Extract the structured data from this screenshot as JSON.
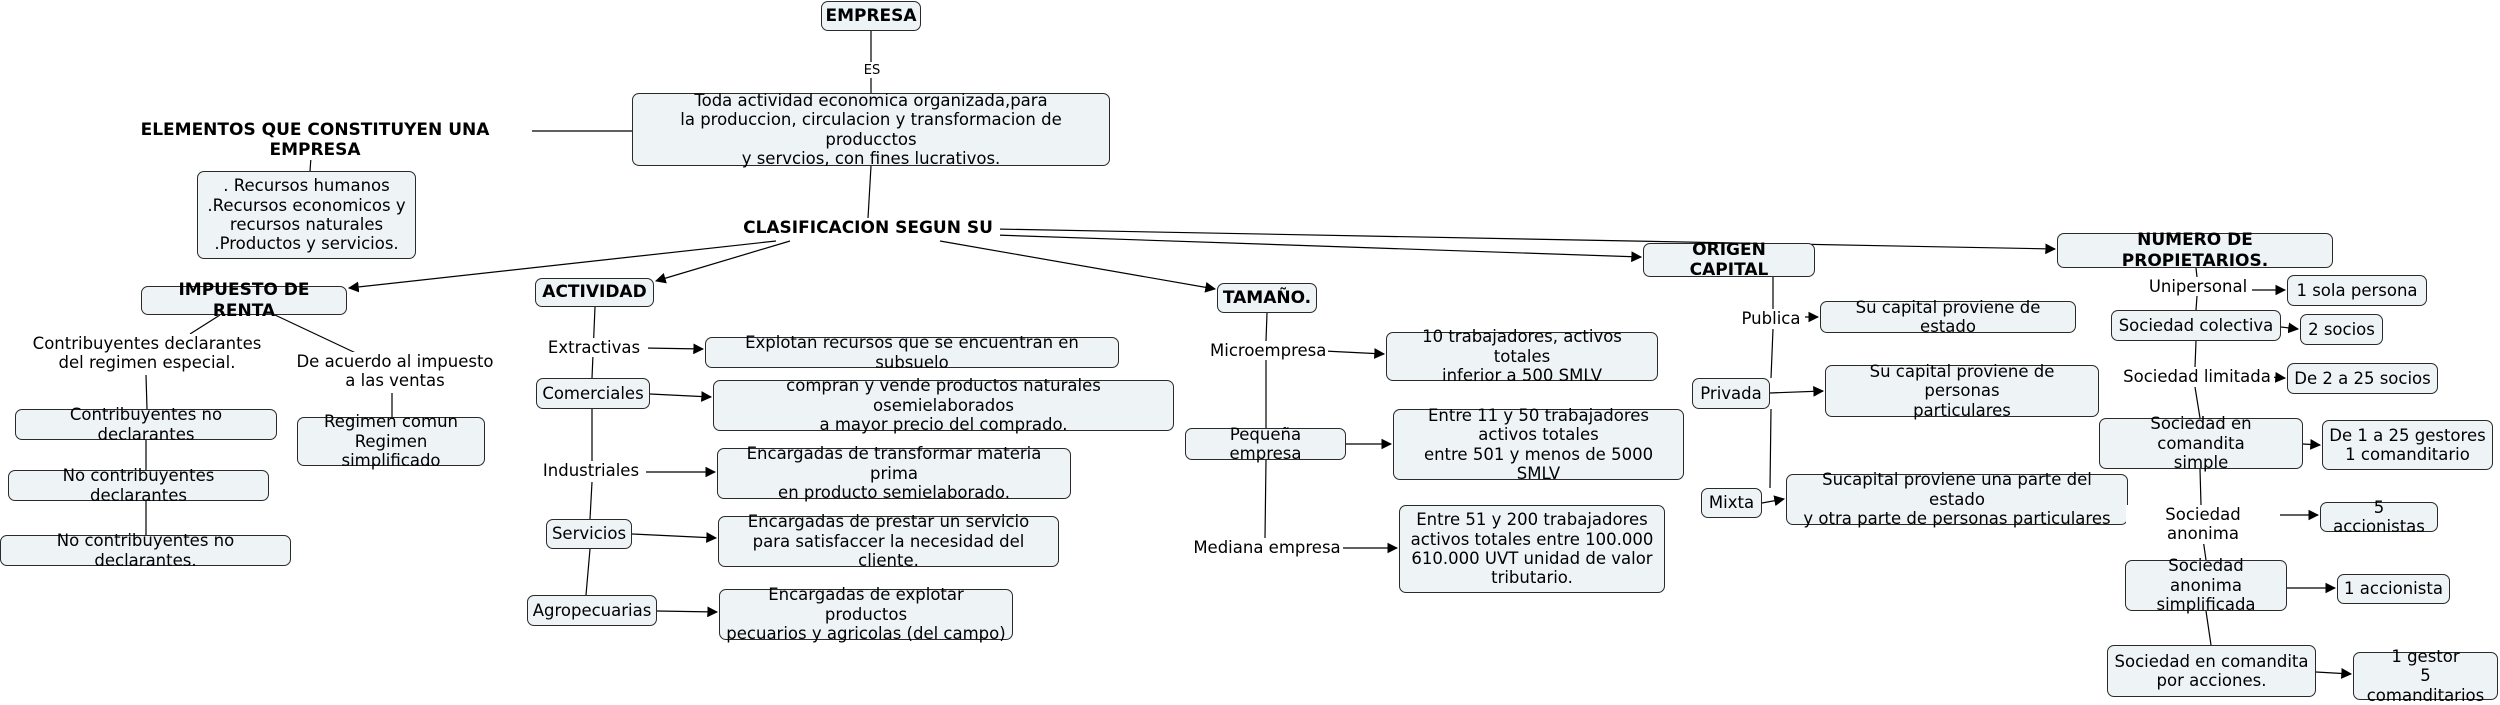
{
  "concept_map": {
    "empresa": "EMPRESA",
    "es": "ES",
    "definicion": "Toda actividad economica organizada,para\nla produccion, circulacion y transformacion de producctos\ny servcios, con fines lucrativos.",
    "elementos_titulo": "ELEMENTOS QUE CONSTITUYEN UNA EMPRESA",
    "elementos": ". Recursos humanos\n.Recursos economicos  y\nrecursos naturales\n.Productos y servicios.",
    "clasificacion": "CLASIFICACION  SEGUN SU",
    "impuesto": {
      "title": "IMPUESTO DE RENTA",
      "contribuyentes_declarantes": "Contribuyentes declarantes\ndel regimen especial.",
      "contribuyentes_no_declarantes": "Contribuyentes no declarantes",
      "no_contribuyentes_declarantes": "No contribuyentes declarantes",
      "no_contribuyentes_no_declarantes": "No contribuyentes no declarantes.",
      "impuesto_ventas": "De acuerdo al impuesto\na las ventas",
      "regimen": "Regimen comun\nRegimen simplificado"
    },
    "actividad": {
      "title": "ACTIVIDAD",
      "extractivas": "Extractivas",
      "extractivas_desc": "Explotan recursos que se encuentran en subsuelo",
      "comerciales": "Comerciales",
      "comerciales_desc": "compran y vende productos naturales osemielaborados\na mayor precio del comprado.",
      "industriales": "Industriales",
      "industriales_desc": "Encargadas de transformar materia prima\nen producto semielaborado.",
      "servicios": "Servicios",
      "servicios_desc": "Encargadas de prestar un servicio\npara satisfaccer la necesidad del cliente.",
      "agropecuarias": "Agropecuarias",
      "agropecuarias_desc": "Encargadas de explotar productos\npecuarios y agricolas (del campo)"
    },
    "tamano": {
      "title": "TAMAÑO.",
      "micro": "Microempresa",
      "micro_desc": "10 trabajadores, activos totales\ninferior a 500 SMLV",
      "pequena": "Pequeña empresa",
      "pequena_desc": "Entre 11 y 50 trabajadores\nactivos totales\nentre 501 y menos de 5000 SMLV",
      "mediana": "Mediana empresa",
      "mediana_desc": "Entre 51 y 200 trabajadores\nactivos totales entre 100.000\n610.000 UVT  unidad de valor\ntributario."
    },
    "origen": {
      "title": "ORIGEN CAPITAL",
      "publica": "Publica",
      "publica_desc": "Su capital proviene de estado",
      "privada": "Privada",
      "privada_desc": "Su capital proviene de personas\nparticulares",
      "mixta": "Mixta",
      "mixta_desc": "Sucapital proviene una parte del estado\ny otra parte de personas particulares"
    },
    "propietarios": {
      "title": "NUMERO DE PROPIETARIOS.",
      "unipersonal": "Unipersonal",
      "unipersonal_desc": "1 sola persona",
      "colectiva": "Sociedad colectiva",
      "colectiva_desc": "2 socios",
      "limitada": "Sociedad limitada",
      "limitada_desc": "De 2 a 25 socios",
      "comandita_simple": "Sociedad en comandita\nsimple",
      "comandita_simple_desc": "De 1 a 25 gestores\n1 comanditario",
      "anonima": "Sociedad anonima",
      "anonima_desc": "5 accionistas",
      "anonima_simplificada": "Sociedad anonima\nsimplificada",
      "anonima_simplificada_desc": "1 accionista",
      "comandita_acciones": "Sociedad en comandita\npor acciones.",
      "comandita_acciones_desc": "1 gestor\n5 comanditarios"
    }
  }
}
